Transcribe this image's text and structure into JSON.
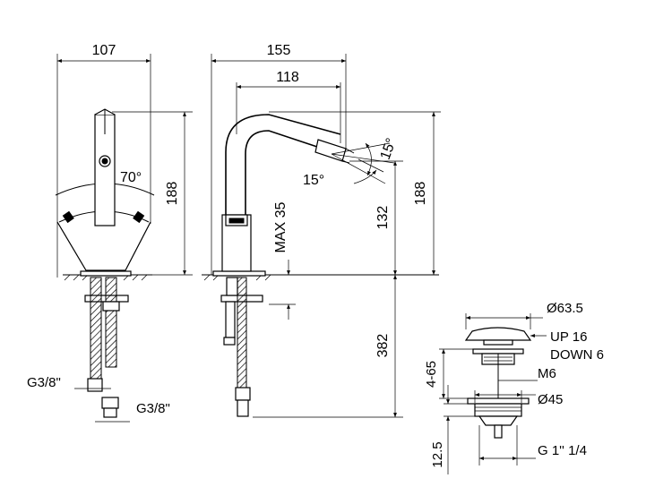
{
  "dimensions": {
    "front_width": "107",
    "front_height": "188",
    "lever_angle": "70°",
    "side_width": "155",
    "spout_reach": "118",
    "side_height": "188",
    "spout_height": "132",
    "max_deck": "MAX 35",
    "angle_upper": "15°",
    "angle_lower": "15°",
    "below_deck": "382",
    "inlet_left": "G3/8\"",
    "inlet_right": "G3/8\""
  },
  "drain": {
    "cap_diameter": "Ø63.5",
    "up_travel": "UP 16",
    "down_travel": "DOWN 6",
    "adjust_range": "4-65",
    "screw": "M6",
    "body_diameter": "Ø45",
    "bottom_height": "12.5",
    "thread": "G 1'' 1/4"
  }
}
